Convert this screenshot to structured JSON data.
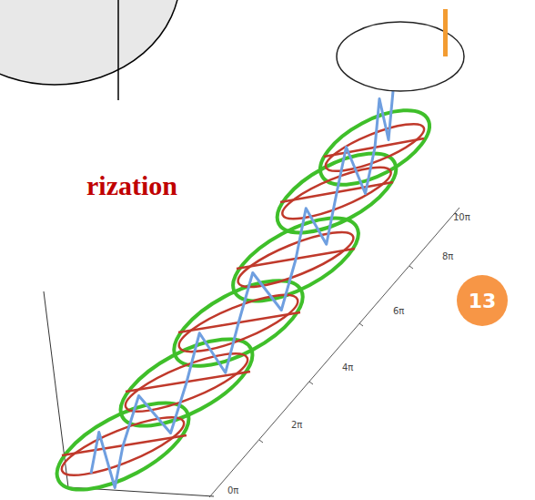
{
  "diagram": {
    "nodes": [
      {
        "text": [
          "13"
        ]
      }
    ],
    "labels": [
      "rization",
      "10π",
      "8π",
      "6π",
      "4π",
      "2π",
      "0π"
    ]
  }
}
